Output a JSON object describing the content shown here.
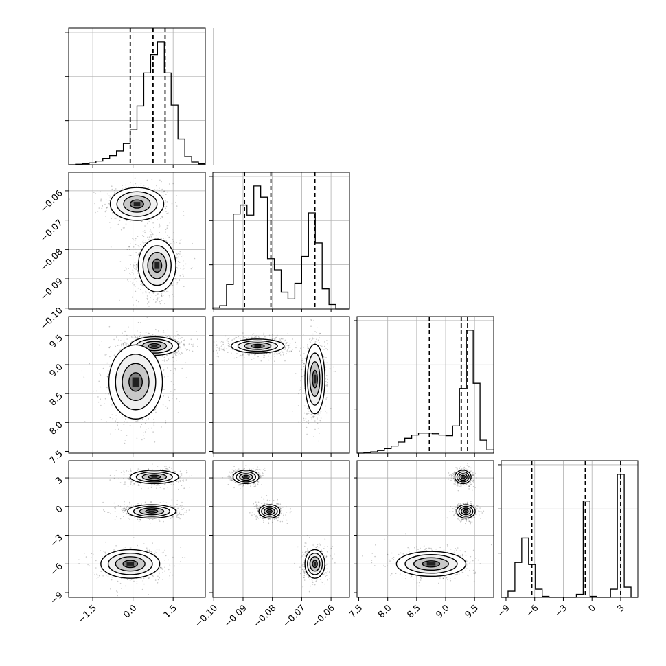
{
  "chart_data": {
    "type": "corner",
    "parameters": [
      {
        "range": [
          -2.4,
          2.7
        ],
        "ticks": [
          -1.5,
          0.0,
          1.5
        ],
        "tick_labels": [
          "−1.5",
          "0.0",
          "1.5"
        ],
        "grid": [
          -1.5,
          0.0,
          1.5,
          3.0
        ],
        "quantiles": [
          -0.1,
          0.75,
          1.2
        ]
      },
      {
        "range": [
          -0.1003,
          -0.0537
        ],
        "ticks": [
          -0.1,
          -0.09,
          -0.08,
          -0.07,
          -0.06
        ],
        "tick_labels": [
          "−0.10",
          "−0.09",
          "−0.08",
          "−0.07",
          "−0.06"
        ],
        "grid": [
          -0.09,
          -0.08,
          -0.07,
          -0.06
        ],
        "quantiles": [
          -0.0895,
          -0.0805,
          -0.0655
        ]
      },
      {
        "range": [
          7.47,
          9.83
        ],
        "ticks": [
          7.5,
          8.0,
          8.5,
          9.0,
          9.5
        ],
        "tick_labels": [
          "7.5",
          "8.0",
          "8.5",
          "9.0",
          "9.5"
        ],
        "grid": [
          8.0,
          8.5,
          9.0,
          9.5
        ],
        "quantiles": [
          8.72,
          9.27,
          9.38
        ]
      },
      {
        "range": [
          -9.5,
          4.8
        ],
        "ticks": [
          -9,
          -6,
          -3,
          0,
          3
        ],
        "tick_labels": [
          "−9",
          "−6",
          "−3",
          "0",
          "3"
        ],
        "grid": [
          -6,
          -3,
          0,
          3
        ],
        "quantiles": [
          -6.3,
          -0.7,
          3.0
        ]
      }
    ],
    "histograms": [
      {
        "param": 0,
        "edges_start": -2.4,
        "bin_width": 0.255,
        "counts": [
          0,
          1,
          2,
          4,
          8,
          14,
          20,
          30,
          46,
          76,
          128,
          200,
          240,
          268,
          200,
          130,
          56,
          18,
          6,
          2
        ]
      },
      {
        "param": 1,
        "edges_start": -0.1003,
        "bin_width": 0.00233,
        "counts": [
          2,
          6,
          44,
          170,
          186,
          168,
          220,
          200,
          90,
          70,
          30,
          18,
          46,
          94,
          172,
          118,
          36,
          8,
          0,
          0
        ]
      },
      {
        "param": 2,
        "edges_start": 7.47,
        "bin_width": 0.118,
        "counts": [
          0,
          1,
          2,
          4,
          7,
          11,
          17,
          23,
          28,
          31,
          31,
          30,
          28,
          27,
          42,
          100,
          190,
          108,
          20,
          5
        ]
      },
      {
        "param": 3,
        "edges_start": -9.5,
        "bin_width": 0.715,
        "counts": [
          0,
          6,
          34,
          58,
          32,
          8,
          1,
          0,
          0,
          0,
          0,
          3,
          94,
          1,
          0,
          0,
          8,
          120,
          10,
          0
        ]
      }
    ],
    "joint_modes": [
      {
        "x": 0,
        "y": 1,
        "modes": [
          {
            "mx": 0.15,
            "my": -0.0645,
            "sx": 0.5,
            "sy": 0.0028,
            "w": 0.35
          },
          {
            "mx": 0.9,
            "my": -0.0855,
            "sx": 0.35,
            "sy": 0.0045,
            "w": 0.65
          }
        ]
      },
      {
        "x": 0,
        "y": 2,
        "modes": [
          {
            "mx": 0.8,
            "my": 9.32,
            "sx": 0.45,
            "sy": 0.08,
            "w": 0.45
          },
          {
            "mx": 0.1,
            "my": 8.7,
            "sx": 0.5,
            "sy": 0.32,
            "w": 0.55
          }
        ]
      },
      {
        "x": 1,
        "y": 2,
        "modes": [
          {
            "mx": -0.085,
            "my": 9.32,
            "sx": 0.0045,
            "sy": 0.06,
            "w": 0.6
          },
          {
            "mx": -0.0655,
            "my": 8.75,
            "sx": 0.0017,
            "sy": 0.3,
            "w": 0.4
          }
        ]
      },
      {
        "x": 0,
        "y": 3,
        "modes": [
          {
            "mx": 0.8,
            "my": 3.1,
            "sx": 0.45,
            "sy": 0.35,
            "w": 0.34
          },
          {
            "mx": 0.7,
            "my": -0.5,
            "sx": 0.45,
            "sy": 0.35,
            "w": 0.33
          },
          {
            "mx": -0.1,
            "my": -6.0,
            "sx": 0.55,
            "sy": 0.75,
            "w": 0.33
          }
        ]
      },
      {
        "x": 1,
        "y": 3,
        "modes": [
          {
            "mx": -0.089,
            "my": 3.1,
            "sx": 0.0022,
            "sy": 0.35,
            "w": 0.34
          },
          {
            "mx": -0.081,
            "my": -0.5,
            "sx": 0.0018,
            "sy": 0.35,
            "w": 0.33
          },
          {
            "mx": -0.0655,
            "my": -6.0,
            "sx": 0.0017,
            "sy": 0.75,
            "w": 0.33
          }
        ]
      },
      {
        "x": 2,
        "y": 3,
        "modes": [
          {
            "mx": 9.3,
            "my": 3.1,
            "sx": 0.07,
            "sy": 0.35,
            "w": 0.34
          },
          {
            "mx": 9.35,
            "my": -0.5,
            "sx": 0.08,
            "sy": 0.35,
            "w": 0.33
          },
          {
            "mx": 8.75,
            "my": -6.0,
            "sx": 0.3,
            "sy": 0.65,
            "w": 0.33
          }
        ]
      }
    ]
  }
}
